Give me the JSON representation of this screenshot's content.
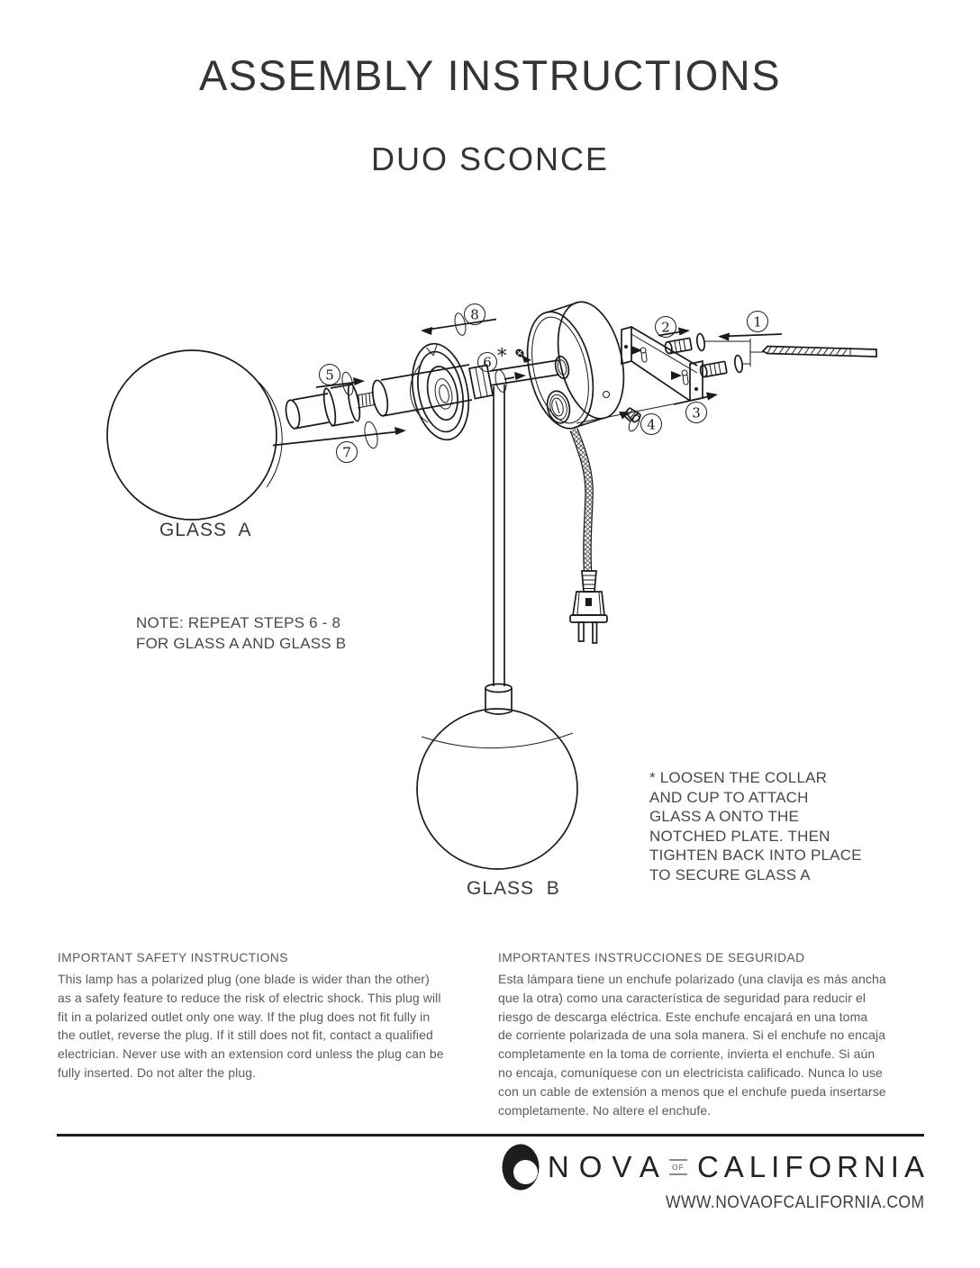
{
  "page": {
    "title": "ASSEMBLY INSTRUCTIONS",
    "subtitle": "DUO SCONCE"
  },
  "diagram": {
    "glass_a_label": "GLASS  A",
    "glass_b_label": "GLASS  B",
    "note": "NOTE: REPEAT STEPS 6 - 8\nFOR GLASS A AND GLASS B",
    "star_note": "* LOOSEN THE COLLAR\nAND CUP TO ATTACH\nGLASS A ONTO THE\nNOTCHED PLATE. THEN\nTIGHTEN BACK INTO PLACE\nTO SECURE GLASS A",
    "steps": {
      "s1": "1",
      "s2": "2",
      "s3": "3",
      "s4": "4",
      "s5": "5",
      "s6": "6",
      "s6_star": "*",
      "s7": "7",
      "s8": "8"
    },
    "line_color": "#1a1a1a"
  },
  "safety_en": {
    "heading": "IMPORTANT SAFETY INSTRUCTIONS",
    "body": "This lamp has a polarized plug (one blade is wider than the other)\nas a safety feature to reduce the risk of electric shock. This plug will\nfit in a polarized outlet only one way. If the plug does not fit fully in\nthe outlet, reverse the plug. If it still does not fit, contact a qualified\nelectrician. Never use with an extension cord unless the plug can be\nfully inserted. Do not alter the plug."
  },
  "safety_es": {
    "heading": "IMPORTANTES INSTRUCCIONES DE SEGURIDAD",
    "body": "Esta lámpara tiene un enchufe polarizado (una clavija es más ancha\nque la otra) como una característica de seguridad para reducir el\nriesgo de descarga eléctrica. Este enchufe encajará en una toma\nde corriente polarizada de una sola manera. Si el enchufe no encaja\ncompletamente en la toma de corriente, invierta el enchufe. Si aún\nno encaja, comuníquese con un electricista calificado. Nunca lo use\ncon un cable de extensión a menos que el enchufe pueda insertarse\ncompletamente. No altere el enchufe."
  },
  "footer": {
    "logo_mark_icon": "crescent-circle-icon",
    "brand_nova": "NOVA",
    "brand_of": "OF",
    "brand_california": "CALIFORNIA",
    "website": "WWW.NOVAOFCALIFORNIA.COM"
  }
}
